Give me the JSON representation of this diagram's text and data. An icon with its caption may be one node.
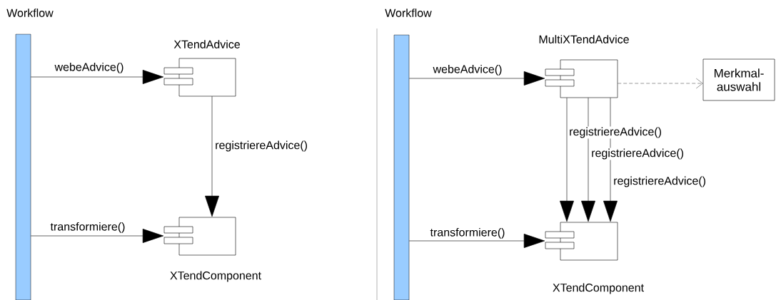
{
  "diagram": {
    "nodes": [
      {
        "text": [
          "Workflow"
        ]
      },
      {
        "text": [
          "XTendAdvice"
        ]
      },
      {
        "text": [
          "XTendComponent"
        ]
      },
      {
        "text": [
          "Workflow"
        ]
      },
      {
        "text": [
          "MultiXTendAdvice"
        ]
      },
      {
        "text": [
          "XTendComponent"
        ]
      },
      {
        "text": [
          "Merkmal- auswahl"
        ]
      }
    ],
    "edges": [
      {
        "from": 0,
        "to": 1,
        "arrow": "to",
        "label": "webeAdvice()"
      },
      {
        "from": 0,
        "to": 2,
        "arrow": "to",
        "label": "transformiere()"
      },
      {
        "from": 1,
        "to": 2,
        "arrow": "to",
        "label": "registriereAdvice()"
      },
      {
        "from": 3,
        "to": 4,
        "arrow": "to",
        "label": "webeAdvice()"
      },
      {
        "from": 3,
        "to": 5,
        "arrow": "to",
        "label": "transformiere()"
      },
      {
        "from": 4,
        "to": 5,
        "arrow": "to",
        "label": "registriereAdvice()"
      },
      {
        "from": 4,
        "to": 5,
        "arrow": "to",
        "label": "registriereAdvice()"
      },
      {
        "from": 4,
        "to": 5,
        "arrow": "to",
        "label": "registriereAdvice()"
      },
      {
        "from": 4,
        "to": 6,
        "arrow": "to",
        "style": "dashed",
        "color": "#555555"
      }
    ]
  }
}
